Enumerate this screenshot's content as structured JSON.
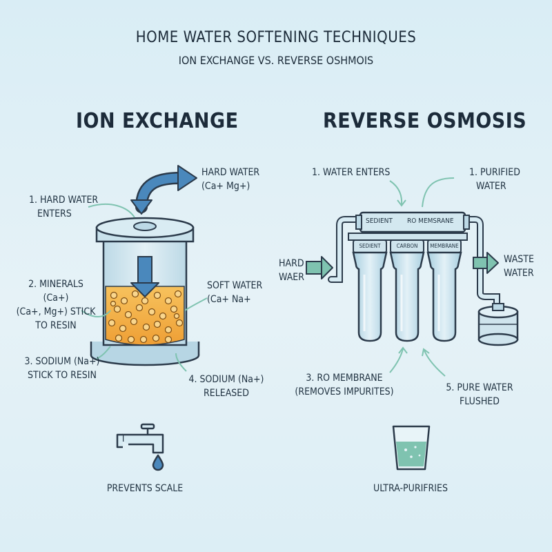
{
  "header": {
    "title": "HOME WATER SOFTENING TECHNIQUES",
    "subtitle": "ION EXCHANGE VS. REVERSE OSHMOIS"
  },
  "ion_exchange": {
    "heading": "ION EXCHANGE",
    "labels": {
      "step1_line1": "1. HARD WATER",
      "step1_line2": "ENTERS",
      "hard_water_line1": "HARD WATER",
      "hard_water_line2": "(Ca+ Mg+)",
      "step2_line1": "2. MINERALS (Ca+)",
      "step2_line2": "(Ca+, Mg+) STICK",
      "step2_line3": "TO RESIN",
      "soft_water_line1": "SOFT WATER",
      "soft_water_line2": "(Ca+ Na+",
      "step3_line1": "3. SODIUM (Na+)",
      "step3_line2": "STICK TO RESIN",
      "step4_line1": "4. SODIUM (Na+)",
      "step4_line2": "RELEASED"
    },
    "benefit": "PREVENTS SCALE",
    "benefit_icon": "faucet-drop-icon"
  },
  "reverse_osmosis": {
    "heading": "REVERSE OSMOSIS",
    "labels": {
      "water_enters": "1. WATER ENTERS",
      "purified_line1": "1. PURIFIED",
      "purified_line2": "WATER",
      "hard_water_line1": "HARD",
      "hard_water_line2": "WAER",
      "waste_line1": "WASTE",
      "waste_line2": "WATER",
      "membrane_line1": "3. RO MEMBRANE",
      "membrane_line2": "(REMOVES IMPURITES)",
      "pure_line1": "5. PURE WATER",
      "pure_line2": "FLUSHED"
    },
    "top_housing": {
      "left": "SEDIENT",
      "right": "RO MEMSRANE"
    },
    "canisters": [
      "SEDIENT",
      "CARBON",
      "MEMBRANE"
    ],
    "benefit": "ULTRA-PURIFRIES",
    "benefit_icon": "glass-of-water-icon"
  },
  "colors": {
    "arrow_blue": "#4a88bc",
    "arrow_teal": "#7fc3b0",
    "resin_orange": "#f2b04a",
    "outline": "#2b3a4a",
    "callout_line": "#7fc3b0"
  }
}
